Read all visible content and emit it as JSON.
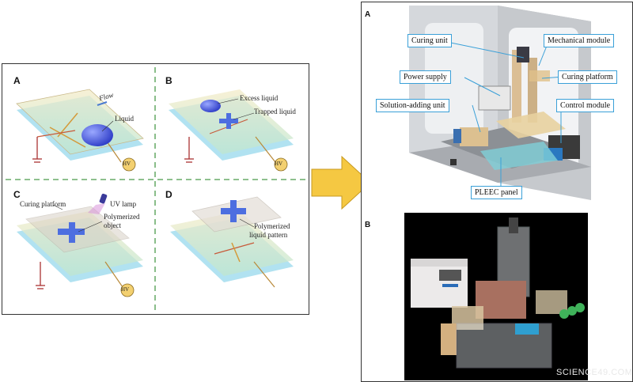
{
  "left_figure": {
    "panels": [
      {
        "letter": "A",
        "labels": {
          "flow": "Flow",
          "liquid": "Liquid",
          "hv": "HV"
        }
      },
      {
        "letter": "B",
        "labels": {
          "excess": "Excess liquid",
          "trapped": "Trapped liquid",
          "hv": "HV"
        }
      },
      {
        "letter": "C",
        "labels": {
          "uv": "UV lamp",
          "curing": "Curing platform",
          "poly1": "Polymerized",
          "poly2": "object",
          "hv": "HV"
        }
      },
      {
        "letter": "D",
        "labels": {
          "pattern1": "Polymerized",
          "pattern2": "liquid pattern"
        }
      }
    ]
  },
  "right_figure": {
    "panel_a": {
      "letter": "A",
      "callouts": {
        "curing_unit": "Curing unit",
        "mechanical_module": "Mechanical module",
        "power_supply": "Power supply",
        "curing_platform": "Curing platform",
        "solution_adding_unit": "Solution-adding unit",
        "control_module": "Control module",
        "pleec_panel": "PLEEC panel"
      }
    },
    "panel_b": {
      "letter": "B"
    }
  },
  "arrow": {
    "color": "#f5c842"
  },
  "colors": {
    "frame": "#333333",
    "divider": "#4a9a4a",
    "callout_border": "#3aa0d8",
    "tray": "#bfe6cf",
    "hv_badge": "#f3d070"
  },
  "watermark": "SCIENCE49.COM"
}
